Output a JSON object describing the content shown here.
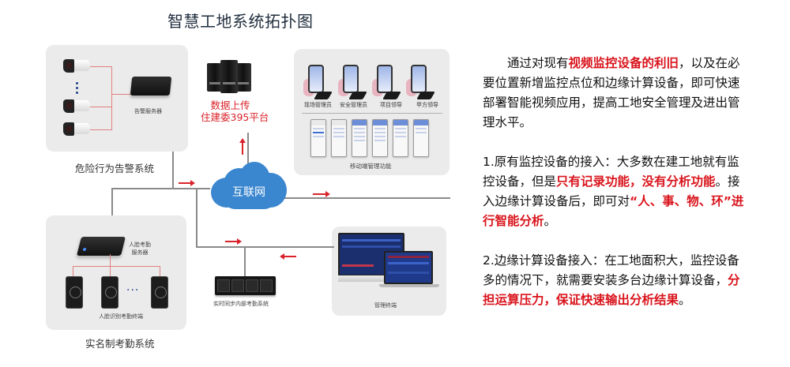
{
  "title": "智慧工地系统拓扑图",
  "colors": {
    "highlight": "#d9141c",
    "cloud": "#3a86cf",
    "panel_bg": "#ebebeb",
    "connector": "#8a8a8a",
    "arrow": "#d9232a"
  },
  "diagram": {
    "alarm_system": {
      "caption": "危险行为告警系统",
      "server_label": "告警服务器",
      "camera_count_shown": 3
    },
    "upload": {
      "line1": "数据上传",
      "line2": "住建委395平台"
    },
    "mobile": {
      "roles": [
        "现场管理员",
        "安全管理员",
        "项目领导",
        "甲方领导"
      ],
      "caption": "移动端管理功能",
      "screenshot_count": 6
    },
    "cloud": {
      "label": "互联网"
    },
    "attendance_system": {
      "caption": "实名制考勤系统",
      "server_label_line1": "人脸考勤",
      "server_label_line2": "服务器",
      "terminal_label": "人脸识别考勤终端",
      "ellipsis": "..."
    },
    "sync_server": {
      "label": "实时同步内部考勤系统"
    },
    "management_terminal": {
      "label": "管理终端"
    }
  },
  "description": {
    "intro": [
      {
        "text": "通过对现有",
        "hl": false
      },
      {
        "text": "视频监控设备的利旧",
        "hl": true
      },
      {
        "text": "，以及在必要位置新增监控点位和边缘计算设备，即可快速部署智能视频应用，提高工地安全管理及进出管理水平。",
        "hl": false
      }
    ],
    "point1": [
      {
        "text": "1.原有监控设备的接入：大多数在建工地就有监控设备，但是",
        "hl": false
      },
      {
        "text": "只有记录功能，没有分析功能",
        "hl": true
      },
      {
        "text": "。接入边缘计算设备后，即可对",
        "hl": false
      },
      {
        "text": "“人、事、物、环”进行智能分析",
        "hl": true
      },
      {
        "text": "。",
        "hl": false
      }
    ],
    "point2": [
      {
        "text": "2.边缘计算设备接入：在工地面积大，监控设备多的情况下，就需要安装多台边缘计算设备，",
        "hl": false
      },
      {
        "text": "分担运算压力，保证快速输出分析结果",
        "hl": true
      },
      {
        "text": "。",
        "hl": false
      }
    ]
  }
}
